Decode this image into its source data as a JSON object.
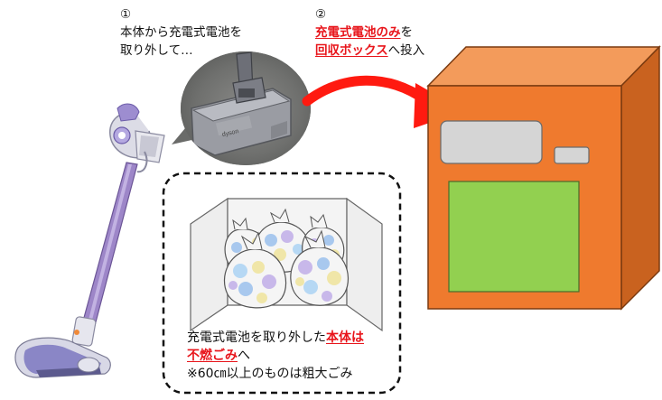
{
  "step1": {
    "number": "①",
    "line1": "本体から充電式電池を",
    "line2": "取り外して…"
  },
  "step2": {
    "number": "②",
    "highlight1": "充電式電池のみ",
    "text1": "を",
    "highlight2": "回収ボックス",
    "text2": "へ投入"
  },
  "bag_box": {
    "caption_prefix": "充電式電池を取り外した",
    "caption_highlight_a": "本体は",
    "caption_highlight_b": "不燃ごみ",
    "caption_suffix": "へ",
    "note": "※60㎝以上のものは粗大ごみ"
  },
  "colors": {
    "accent_red": "#e8151b",
    "box_orange_front": "#ef7a2e",
    "box_orange_top": "#f39b5b",
    "box_orange_side": "#c9621f",
    "slot_green": "#92d050",
    "slot_gray": "#d5d5d5",
    "vacuum_purple": "#8f78b8"
  },
  "icons": {
    "vacuum": "cordless-stick-vacuum-illustration",
    "battery": "battery-pack-photo",
    "arrow": "curved-red-arrow",
    "box": "collection-box-illustration",
    "bags": "garbage-bags-illustration"
  }
}
